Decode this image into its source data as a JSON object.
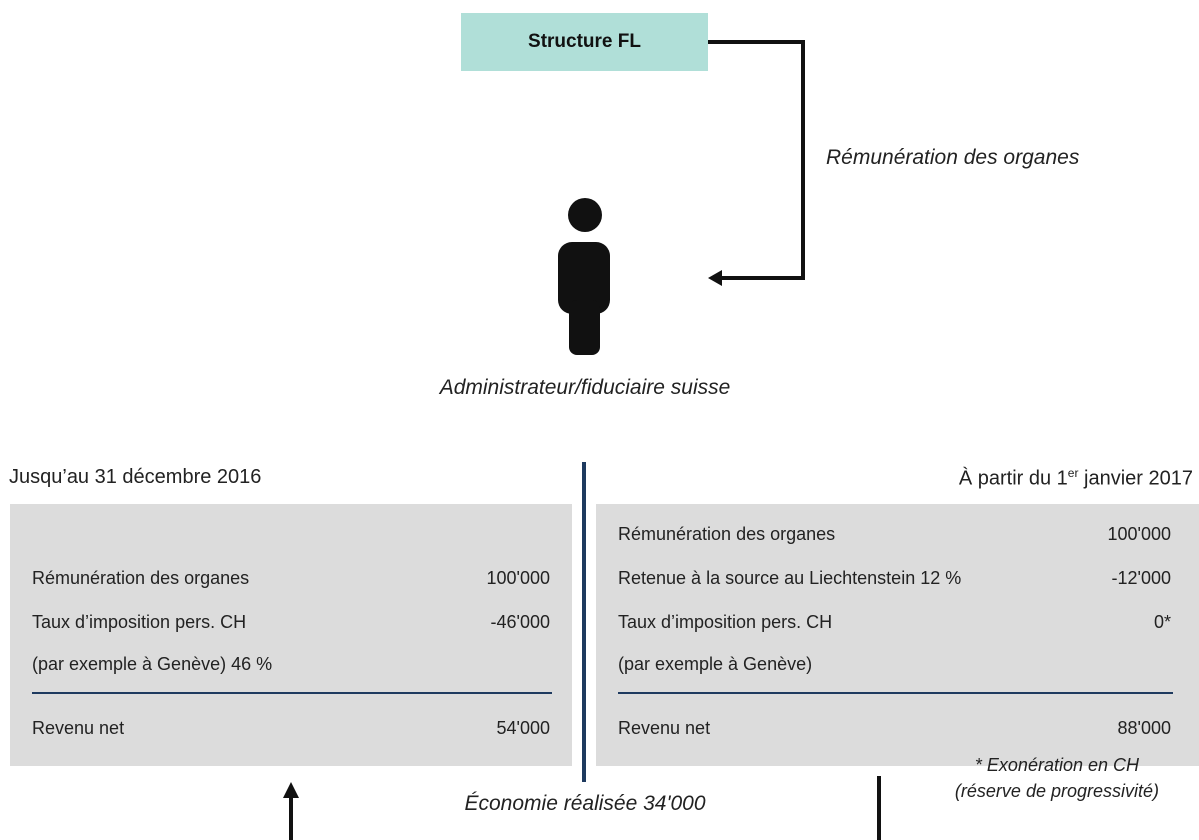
{
  "colors": {
    "box_fill": "#b0dfd8",
    "divider": "#1e3a5f",
    "panel_fill": "#dcdcdc",
    "arrow": "#111111"
  },
  "top_box": {
    "label": "Structure FL"
  },
  "arrow_label": "Rémunération des organes",
  "person": {
    "icon": "person-icon",
    "caption": "Administrateur/fiduciaire suisse"
  },
  "left": {
    "heading": "Jusqu’au 31 décembre 2016",
    "rows": [
      {
        "label": "Rémunération des organes",
        "value": "100'000"
      },
      {
        "label": "Taux d’imposition pers. CH",
        "value": "-46'000"
      },
      {
        "label": "(par exemple à Genève) 46 %",
        "value": ""
      }
    ],
    "total": {
      "label": "Revenu net",
      "value": "54'000"
    }
  },
  "right": {
    "heading_pre": "À partir du 1",
    "heading_sup": "er",
    "heading_post": " janvier 2017",
    "rows": [
      {
        "label": "Rémunération des organes",
        "value": "100'000"
      },
      {
        "label": "Retenue à la source au Liechtenstein 12 %",
        "value": "-12'000"
      },
      {
        "label": "Taux d’imposition pers. CH",
        "value": "0*"
      },
      {
        "label": "(par exemple à Genève)",
        "value": ""
      }
    ],
    "total": {
      "label": "Revenu net",
      "value": "88'000"
    }
  },
  "saving": "Économie réalisée 34'000",
  "note": {
    "line1": "* Exonération en CH",
    "line2": "(réserve de progressivité)"
  }
}
